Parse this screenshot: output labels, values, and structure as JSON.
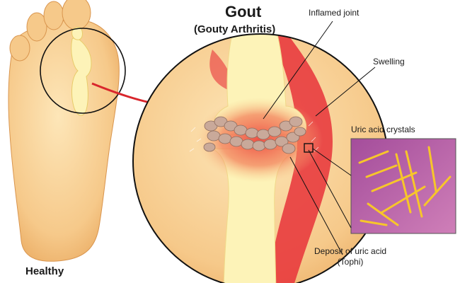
{
  "title": "Gout",
  "subtitle": "(Gouty Arthritis)",
  "labels": {
    "inflamed_joint": "Inflamed joint",
    "swelling": "Swelling",
    "uric_acid_crystals": "Uric acid crystals",
    "deposit_line1": "Deposit of uric acid",
    "deposit_line2": "(Tophi)",
    "healthy": "Healthy"
  },
  "colors": {
    "skin": "#f6c98a",
    "skin_light": "#fde6b8",
    "bone": "#fdf3b8",
    "inflammation": "#e8333a",
    "crystal_panel": "#b45aa6",
    "crystal": "#f7c62a",
    "tophi": "#c9a99a",
    "arrow": "#d9262c"
  }
}
